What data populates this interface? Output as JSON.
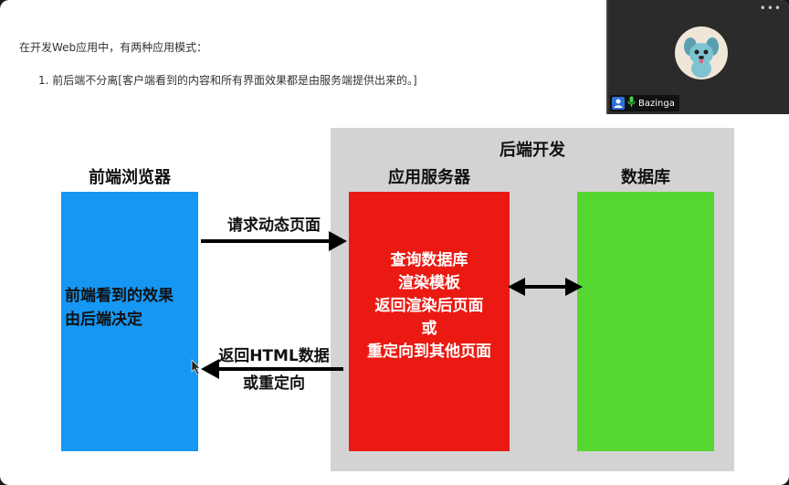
{
  "slide": {
    "intro": "在开发Web应用中，有两种应用模式：",
    "list_item": "1. 前后端不分离[客户端看到的内容和所有界面效果都是由服务端提供出来的。]"
  },
  "diagram": {
    "backend_title": "后端开发",
    "frontend_title": "前端浏览器",
    "app_server_title": "应用服务器",
    "database_title": "数据库",
    "frontend_box_lines": [
      "前端看到的效果",
      "由后端决定"
    ],
    "app_server_box_lines": [
      "查询数据库",
      "渲染模板",
      "返回渲染后页面",
      "或",
      "重定向到其他页面"
    ],
    "request_label": "请求动态页面",
    "response_label_lines": [
      "返回HTML数据",
      "或重定向"
    ],
    "colors": {
      "frontend_box": "#1597f3",
      "app_server_box": "#ea1a12",
      "database_box": "#55d630",
      "backend_panel": "#d3d3d3"
    }
  },
  "video": {
    "participant_name": "Bazinga",
    "icons": [
      "more-icon",
      "user-icon",
      "mic-icon",
      "dog-avatar"
    ]
  }
}
